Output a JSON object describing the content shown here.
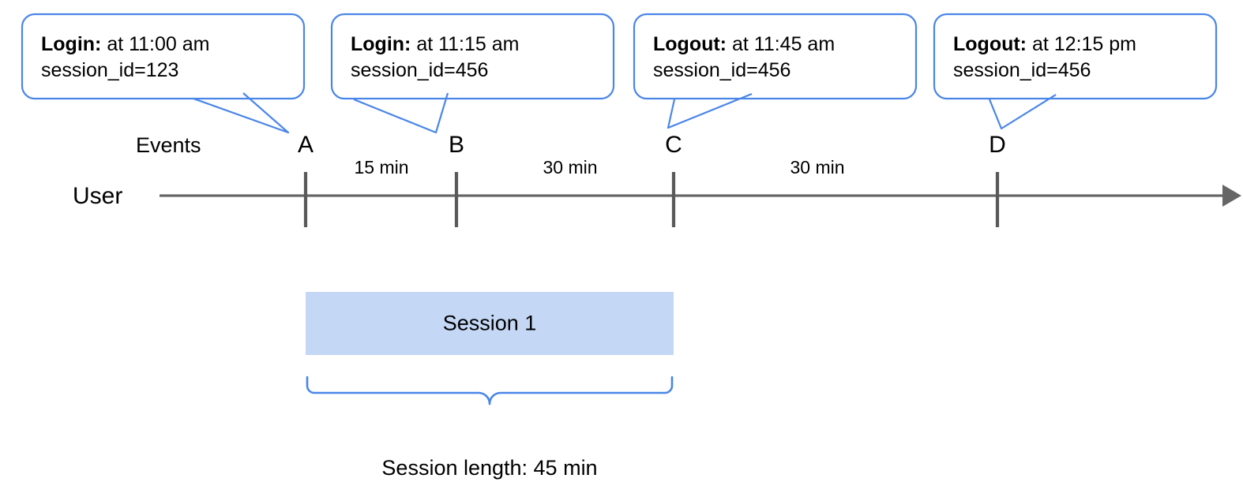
{
  "diagram": {
    "lane_label": "User",
    "events_row_label": "Events",
    "colors": {
      "callout_stroke": "#4a86e8",
      "axis": "#666666",
      "tick": "#595959",
      "session_fill": "#c4d7f5",
      "brace": "#4a86e8",
      "text": "#000000"
    }
  },
  "events": [
    {
      "marker": "A",
      "type": "Login:",
      "time_text": "at 11:00 am",
      "session_id_text": "session_id=123"
    },
    {
      "marker": "B",
      "type": "Login:",
      "time_text": "at 11:15 am",
      "session_id_text": "session_id=456"
    },
    {
      "marker": "C",
      "type": "Logout:",
      "time_text": "at 11:45 am",
      "session_id_text": "session_id=456"
    },
    {
      "marker": "D",
      "type": "Logout:",
      "time_text": "at 12:15 pm",
      "session_id_text": "session_id=456"
    }
  ],
  "intervals": [
    {
      "label": "15 min",
      "from": "A",
      "to": "B"
    },
    {
      "label": "30 min",
      "from": "B",
      "to": "C"
    },
    {
      "label": "30 min",
      "from": "C",
      "to": "D"
    }
  ],
  "session": {
    "bar_label": "Session 1",
    "brace_caption": "Session length: 45 min"
  },
  "chart_data": {
    "type": "timeline",
    "title": "",
    "axis_label": "User",
    "markers": [
      "A",
      "B",
      "C",
      "D"
    ],
    "marker_times": [
      "11:00 am",
      "11:15 am",
      "11:45 am",
      "12:15 pm"
    ],
    "marker_event_types": [
      "Login",
      "Login",
      "Logout",
      "Logout"
    ],
    "marker_session_ids": [
      "123",
      "456",
      "456",
      "456"
    ],
    "interval_labels": [
      "15 min",
      "30 min",
      "30 min"
    ],
    "interval_minutes": [
      15,
      30,
      30
    ],
    "spans": [
      {
        "name": "Session 1",
        "from": "A",
        "to": "C",
        "length_label": "Session length: 45 min",
        "length_minutes": 45
      }
    ]
  }
}
